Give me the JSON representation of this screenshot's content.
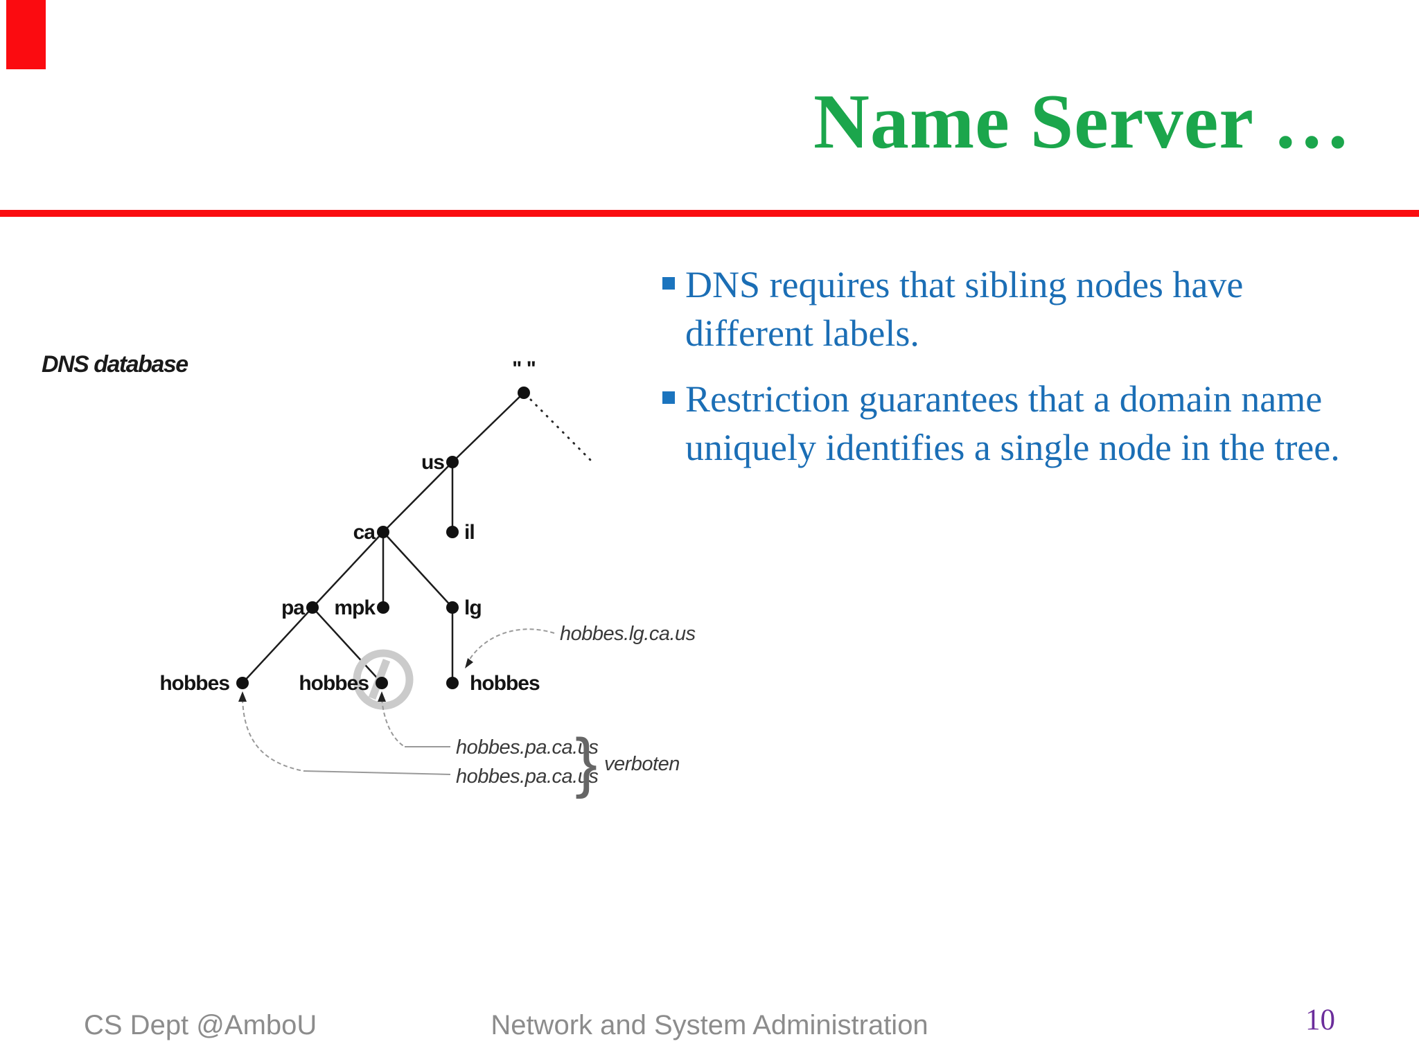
{
  "title": "Name Server …",
  "accent": {
    "bar_color": "#fb0b10",
    "title_color": "#1ba64c"
  },
  "bullets": {
    "marker_color": "#1b74be",
    "text_color": "#1b6eb5",
    "items": [
      "DNS requires that sibling nodes have different labels.",
      "Restriction guarantees that a domain name uniquely identifies a single node in the tree."
    ]
  },
  "diagram": {
    "caption": "DNS database",
    "labels": {
      "root": "\" \"",
      "us": "us",
      "il": "il",
      "ca": "ca",
      "pa": "pa",
      "mpk": "mpk",
      "lg": "lg",
      "hobbes_left": "hobbes",
      "hobbes_middle": "hobbes",
      "hobbes_right": "hobbes"
    },
    "callouts": {
      "lg_fqdn": "hobbes.lg.ca.us",
      "pa_fqdn_1": "hobbes.pa.ca.us",
      "pa_fqdn_2": "hobbes.pa.ca.us",
      "brace": "}",
      "verboten": "verboten"
    }
  },
  "footer": {
    "left": "CS Dept @AmboU",
    "center": "Network and System Administration",
    "page_number": "10",
    "page_color": "#6b2d9b"
  }
}
